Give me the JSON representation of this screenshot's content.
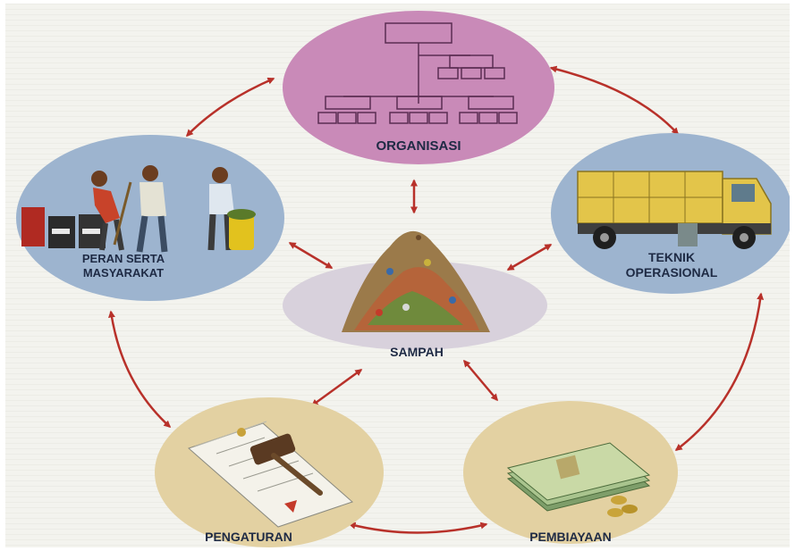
{
  "diagram": {
    "nodes": {
      "organisasi": {
        "label": "ORGANISASI",
        "fill": "#c98ab8",
        "icon": "org-chart-icon"
      },
      "peran": {
        "label_line1": "PERAN SERTA",
        "label_line2": "MASYARAKAT",
        "fill": "#9db4cf",
        "icon": "community-workers-icon"
      },
      "teknik": {
        "label_line1": "TEKNIK",
        "label_line2": "OPERASIONAL",
        "fill": "#9db4cf",
        "icon": "garbage-truck-icon"
      },
      "sampah": {
        "label": "SAMPAH",
        "fill": "#d8d1dc",
        "icon": "garbage-pile-icon"
      },
      "pengaturan": {
        "label": "PENGATURAN",
        "fill": "#e3d1a2",
        "icon": "gavel-document-icon"
      },
      "pembiayaan": {
        "label": "PEMBIAYAAN",
        "fill": "#e3d1a2",
        "icon": "money-stack-icon"
      }
    },
    "arrow_color": "#b8312a"
  }
}
